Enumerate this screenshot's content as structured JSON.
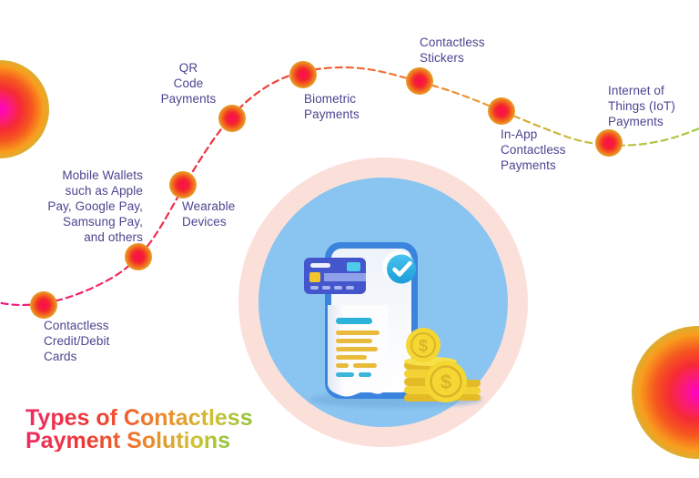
{
  "title": {
    "line1": "Types of Contactless",
    "line2": "Payment Solutions"
  },
  "nodes": [
    {
      "id": "contactless-credit-debit-cards",
      "label": "Contactless\nCredit/Debit\nCards"
    },
    {
      "id": "mobile-wallets",
      "label": "Mobile Wallets\nsuch as Apple\nPay, Google Pay,\nSamsung Pay,\nand others"
    },
    {
      "id": "wearable-devices",
      "label": "Wearable\nDevices"
    },
    {
      "id": "qr-code-payments",
      "label": "QR\nCode\nPayments"
    },
    {
      "id": "biometric-payments",
      "label": "Biometric\nPayments"
    },
    {
      "id": "contactless-stickers",
      "label": "Contactless\nStickers"
    },
    {
      "id": "in-app-contactless-payments",
      "label": "In-App\nContactless\nPayments"
    },
    {
      "id": "internet-of-things-payments",
      "label": "Internet of\nThings (IoT)\nPayments"
    }
  ],
  "illustration": {
    "parts": [
      "smartphone",
      "credit-card",
      "checkmark-badge",
      "payment-receipt",
      "dollar-coins"
    ],
    "coin_symbol": "$"
  },
  "colors": {
    "label_text": "#4a4590",
    "path_gradient": [
      "#f1197d",
      "#ee2b57",
      "#ed383c",
      "#ee6b31",
      "#e89a33",
      "#c9bc3e",
      "#a3c944"
    ],
    "title_gradient": [
      "#ee2a62",
      "#ec3a34",
      "#f0822b",
      "#cfc133",
      "#8fc43c"
    ],
    "dot_center": "#ff0a55",
    "blue_circle": "#8ac5f1",
    "pink_ring": "#fbe0da"
  }
}
